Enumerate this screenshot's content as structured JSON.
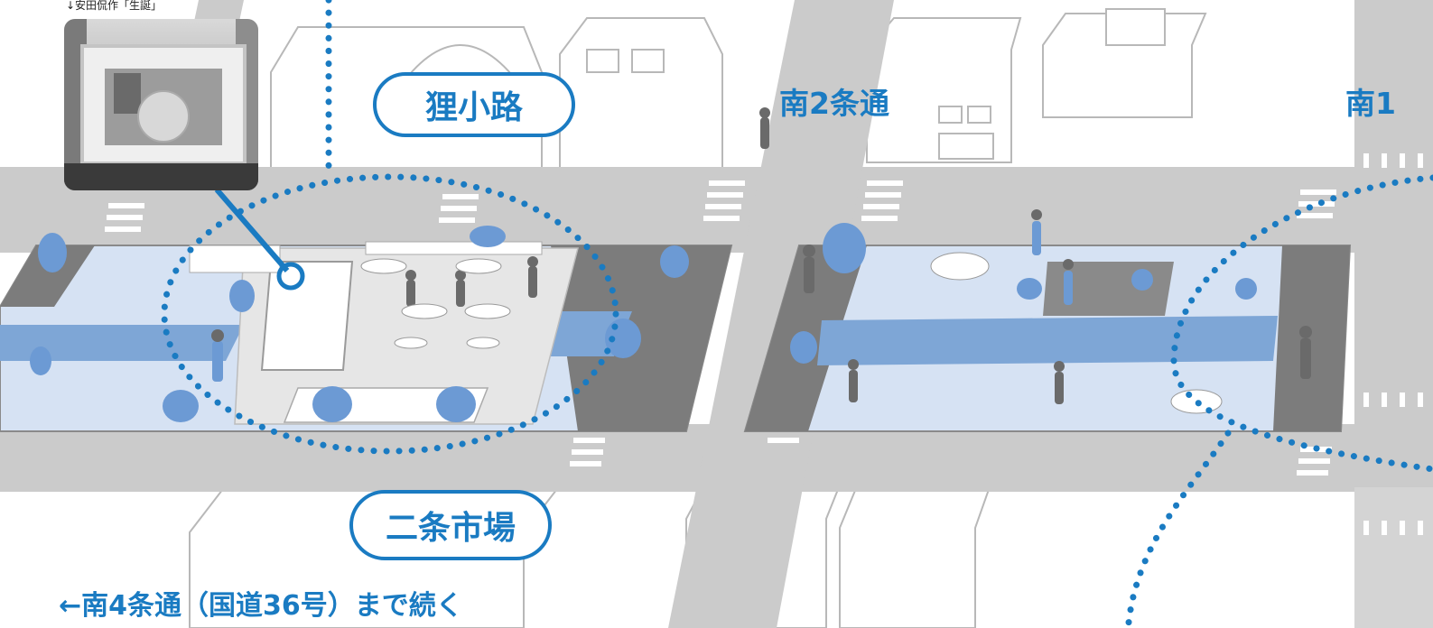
{
  "caption": "↓安田侃作「生誕」",
  "labels": {
    "tanukikoji": "狸小路",
    "nijo_ichiba": "二条市場",
    "minami2jo": "南2条通",
    "minami1": "南1",
    "continues": "←南4条通（国道36号）まで続く"
  },
  "colors": {
    "accent": "#1a7bc2",
    "road": "#c8c8c8",
    "water": "#7ea6d6",
    "paving": "#7a7a7a",
    "park_light": "#d6e2f3"
  }
}
